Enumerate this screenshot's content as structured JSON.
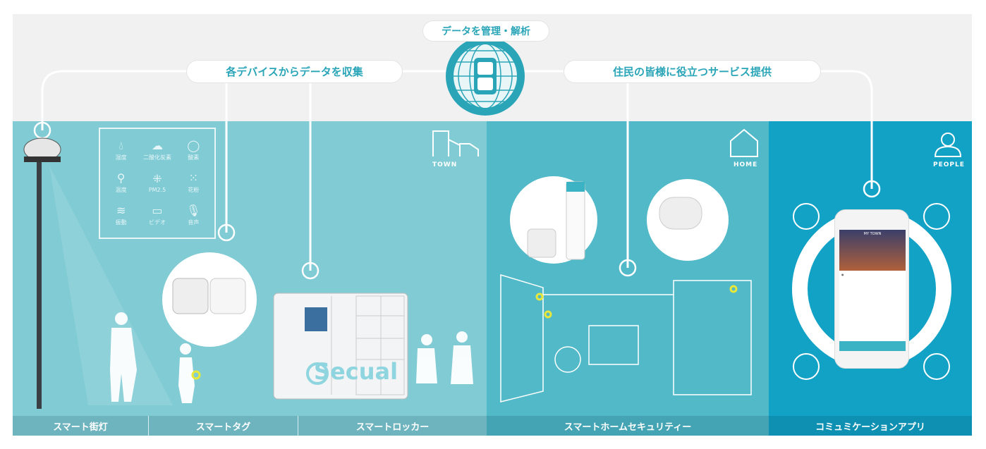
{
  "header": {
    "manage": "データを管理・解析",
    "collect": "各デバイスからデータを収集",
    "service": "住民の皆様に役立つサービス提供"
  },
  "zones": {
    "town": "TOWN",
    "home": "HOME",
    "people": "PEOPLE"
  },
  "sensors": [
    {
      "icon": "drop-icon",
      "label": "湿度"
    },
    {
      "icon": "cloud-icon",
      "label": "二酸化炭素"
    },
    {
      "icon": "o2-icon",
      "label": "酸素"
    },
    {
      "icon": "thermometer-icon",
      "label": "温度"
    },
    {
      "icon": "pm25-icon",
      "label": "PM2.5"
    },
    {
      "icon": "pollen-icon",
      "label": "花粉"
    },
    {
      "icon": "vibration-icon",
      "label": "振動"
    },
    {
      "icon": "video-icon",
      "label": "ビデオ"
    },
    {
      "icon": "mic-icon",
      "label": "音声"
    }
  ],
  "locker_brand": "Secual",
  "phone": {
    "app_title": "MY TOWN"
  },
  "footer": {
    "items": [
      "スマート街灯",
      "スマートタグ",
      "スマートロッカー",
      "スマートホームセキュリティー",
      "コミュミケーションアプリ"
    ]
  },
  "colors": {
    "town": "#80cbd4",
    "home": "#52b9c9",
    "people": "#12a2c6",
    "accent": "#2aa5b8",
    "marker": "#e8e83a"
  }
}
